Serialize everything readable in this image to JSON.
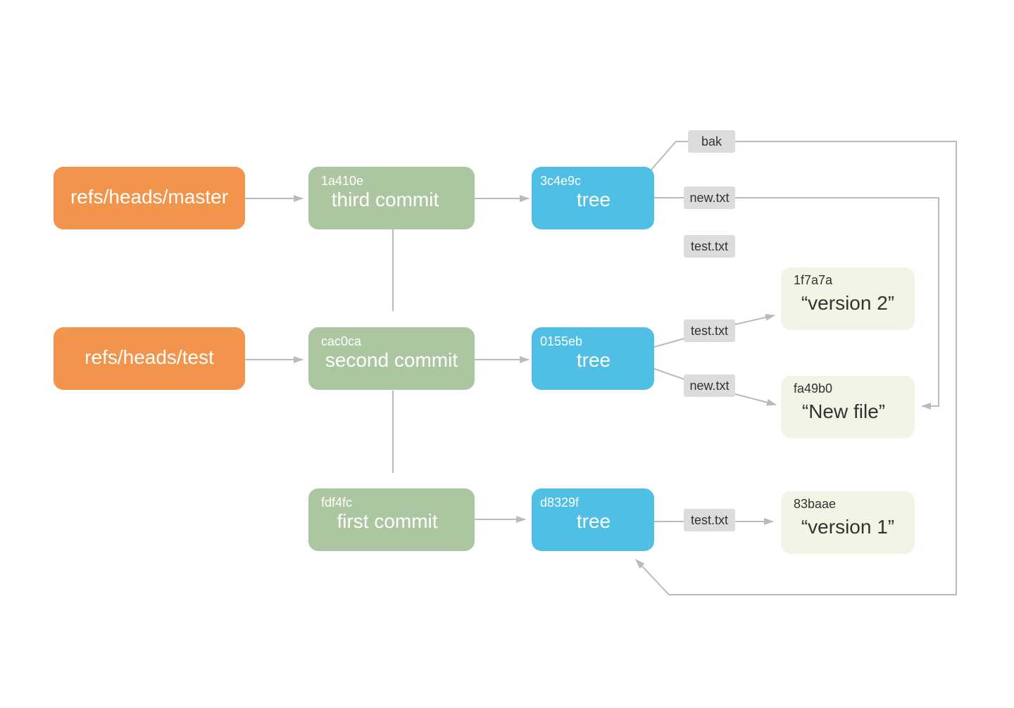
{
  "refs": {
    "master": {
      "label": "refs/heads/master"
    },
    "test": {
      "label": "refs/heads/test"
    }
  },
  "commits": {
    "third": {
      "hash": "1a410e",
      "label": "third commit"
    },
    "second": {
      "hash": "cac0ca",
      "label": "second commit"
    },
    "first": {
      "hash": "fdf4fc",
      "label": "first commit"
    }
  },
  "trees": {
    "t3": {
      "hash": "3c4e9c",
      "label": "tree"
    },
    "t2": {
      "hash": "0155eb",
      "label": "tree"
    },
    "t1": {
      "hash": "d8329f",
      "label": "tree"
    }
  },
  "blobs": {
    "v2": {
      "hash": "1f7a7a",
      "label": "“version 2”"
    },
    "newfile": {
      "hash": "fa49b0",
      "label": "“New file”"
    },
    "v1": {
      "hash": "83baae",
      "label": "“version 1”"
    }
  },
  "edge_labels": {
    "bak": "bak",
    "t3_new": "new.txt",
    "t3_test": "test.txt",
    "t2_test": "test.txt",
    "t2_new": "new.txt",
    "t1_test": "test.txt"
  },
  "colors": {
    "ref": "#f2944c",
    "commit": "#abc6a0",
    "tree": "#4fbfe6",
    "blob": "#f3f3e6",
    "edge_label": "#dcdcdc",
    "line": "#bbbbbb"
  }
}
